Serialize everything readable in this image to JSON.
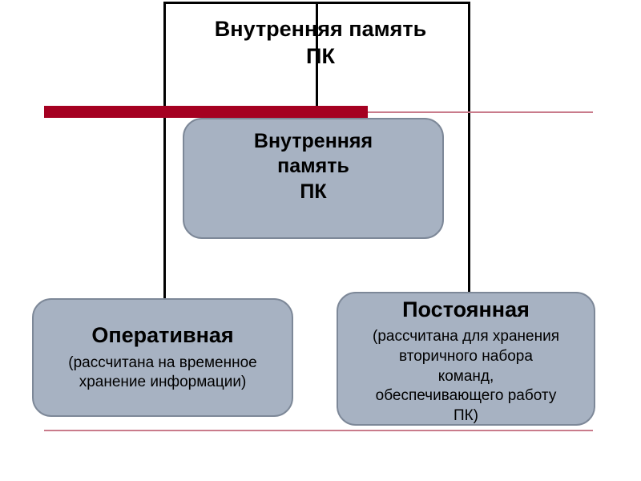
{
  "slide": {
    "title": "Внутренняя память\nПК",
    "center_box": {
      "label": "Внутренняя\nпамять\nПК"
    },
    "left_box": {
      "title": "Оперативная",
      "description": "(рассчитана на временное\nхранение информации)"
    },
    "right_box": {
      "title": "Постоянная",
      "description": "(рассчитана для хранения\nвторичного набора\nкоманд,\nобеспечивающего работу\nПК)"
    },
    "colors": {
      "box_fill": "#a7b2c2",
      "box_border": "#7d8898",
      "accent_bar": "#a50021",
      "thin_line": "#c97b8b",
      "connector": "#000000"
    }
  }
}
